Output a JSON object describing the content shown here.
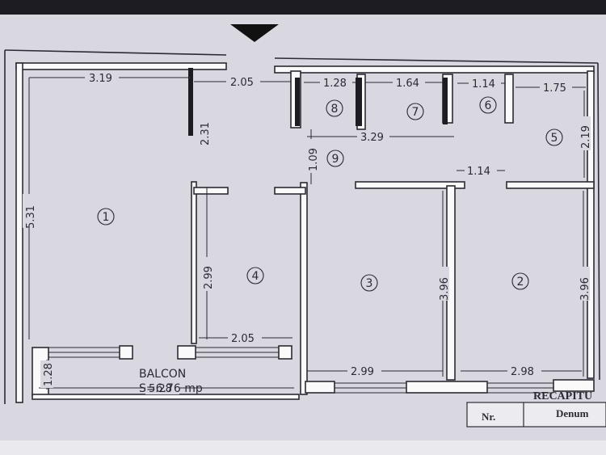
{
  "plan": {
    "rooms": [
      {
        "id": "room-1",
        "label": "1"
      },
      {
        "id": "room-2",
        "label": "2"
      },
      {
        "id": "room-3",
        "label": "3"
      },
      {
        "id": "room-4",
        "label": "4"
      },
      {
        "id": "room-5",
        "label": "5"
      },
      {
        "id": "room-6",
        "label": "6"
      },
      {
        "id": "room-7",
        "label": "7"
      },
      {
        "id": "room-8",
        "label": "8"
      },
      {
        "id": "room-9",
        "label": "9"
      }
    ],
    "dimensions": {
      "room1_width": "3.19",
      "room1_height": "5.31",
      "corridor_width": "2.05",
      "partition_height": "2.31",
      "room8_width": "1.28",
      "room7_width": "1.64",
      "room6_width": "1.14",
      "room5_width": "1.75",
      "room5_height": "2.19",
      "storage_row_width": "3.29",
      "hall_height": "1.09",
      "room2_top_offset": "1.14",
      "room4_height": "2.99",
      "room4_width": "2.05",
      "room3_height": "3.96",
      "room2_height": "3.96",
      "room3_width": "2.99",
      "room2_width": "2.98",
      "balcony_height": "1.28",
      "balcony_width": "5.28"
    },
    "balcony": {
      "name": "BALCON",
      "area": "S=6.76 mp"
    }
  },
  "recap": {
    "title": "RECAPITU",
    "col_nr": "Nr.",
    "col_name": "Denum"
  },
  "colors": {
    "background": "#d9d7e0",
    "ink": "#2b2b33",
    "wall": "#fafafa"
  }
}
